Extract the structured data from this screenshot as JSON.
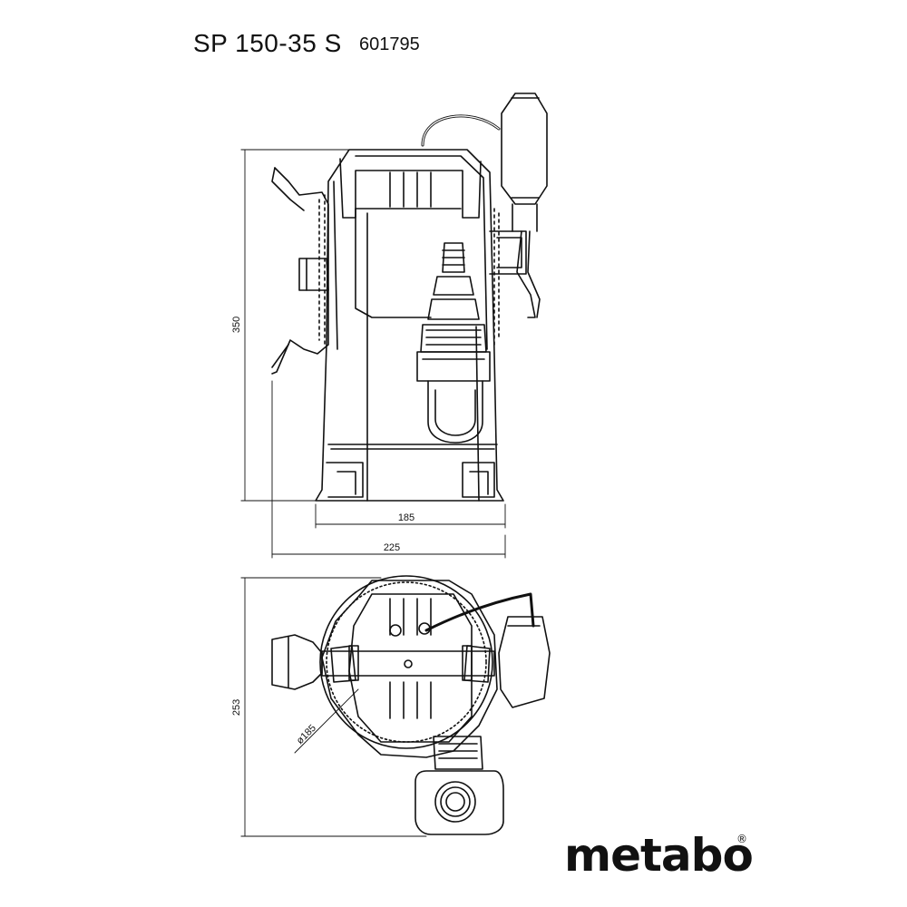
{
  "header": {
    "model": "SP 150-35 S",
    "order_number": "601795"
  },
  "dimensions": {
    "height": "350",
    "base_width": "185",
    "overall_width": "225",
    "depth": "253",
    "diameter": "ø185"
  },
  "brand": {
    "logo_text": "metabo",
    "registered": "®"
  },
  "colors": {
    "line": "#111111",
    "background": "#ffffff"
  }
}
